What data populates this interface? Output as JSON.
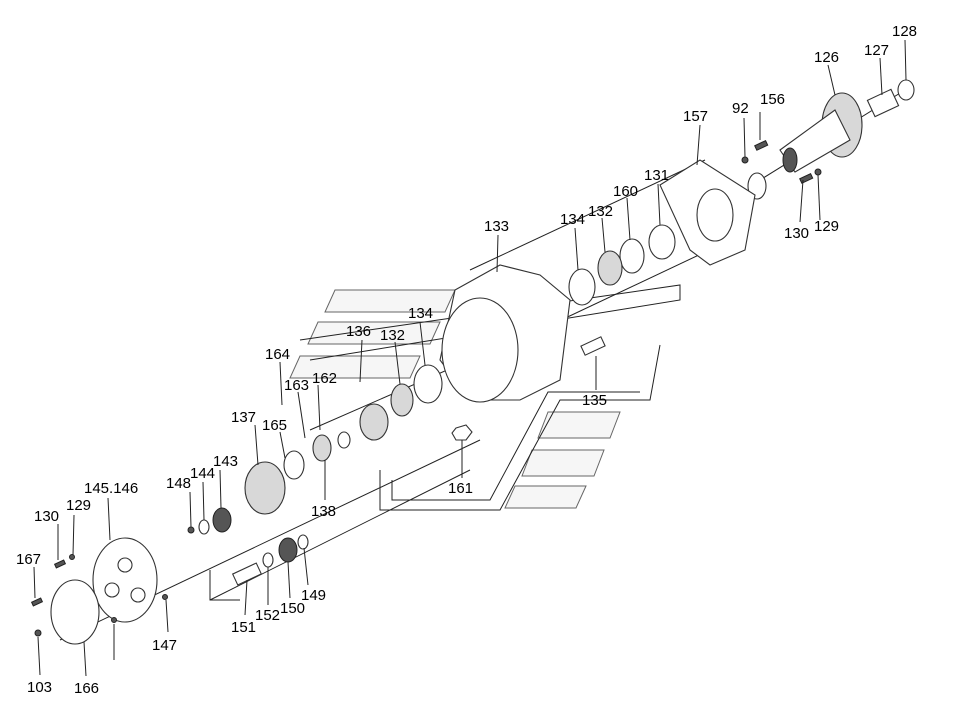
{
  "diagram": {
    "labels": [
      "128",
      "127",
      "126",
      "92",
      "156",
      "157",
      "130",
      "129",
      "131",
      "160",
      "132",
      "134",
      "133",
      "134",
      "136",
      "132",
      "164",
      "163",
      "162",
      "135",
      "137",
      "165",
      "143",
      "138",
      "161",
      "148",
      "144",
      "145.146",
      "130",
      "129",
      "167",
      "147",
      "149",
      "150",
      "152",
      "151",
      "103",
      "166"
    ]
  }
}
